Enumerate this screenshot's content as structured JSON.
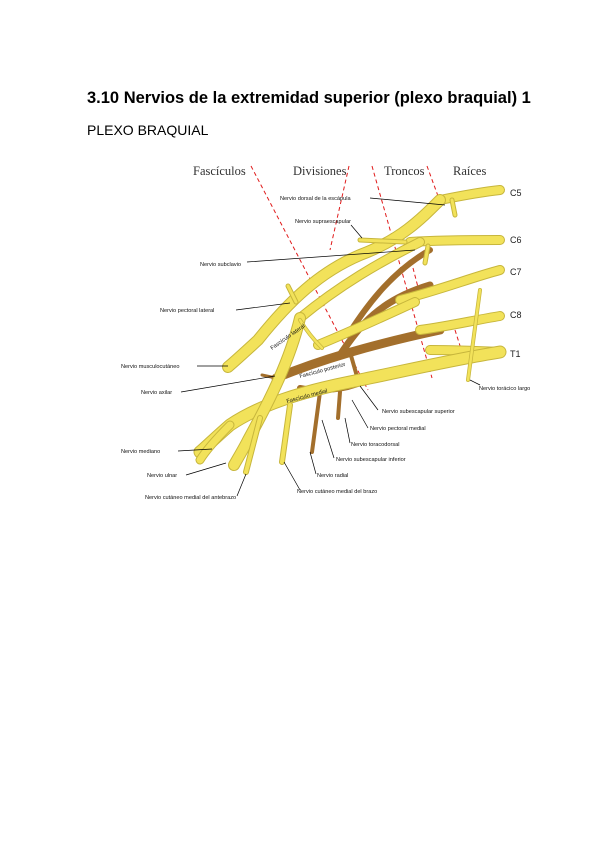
{
  "page": {
    "title": "3.10 Nervios de la extremidad superior (plexo braquial) 1",
    "subtitle": "PLEXO BRAQUIAL"
  },
  "figure": {
    "column_headers": [
      "Fascículos",
      "Divisiones",
      "Troncos",
      "Raíces"
    ],
    "roots": [
      "C5",
      "C6",
      "C7",
      "C8",
      "T1"
    ],
    "labels": {
      "dorsal_escapula": "Nervio dorsal de la escápula",
      "supraescapular": "Nervio supraescapular",
      "subclavio": "Nervio subclavio",
      "pectoral_lateral": "Nervio pectoral lateral",
      "musculocutaneo": "Nervio musculocutáneo",
      "axilar": "Nervio axilar",
      "mediano": "Nervio mediano",
      "ulnar": "Nervio ulnar",
      "cutaneo_medial_antebrazo": "Nervio cutáneo medial del antebrazo",
      "toracico_largo": "Nervio torácico largo",
      "subescapular_superior": "Nervio subescapular superior",
      "pectoral_medial": "Nervio pectoral medial",
      "toracodorsal": "Nervio toracodorsal",
      "subescapular_inferior": "Nervio subescapular inferior",
      "radial": "Nervio radial",
      "cutaneo_medial_brazo": "Nervio cutáneo medial del brazo"
    },
    "cord_labels": [
      "Fascículo lateral",
      "Fascículo posterior",
      "Fascículo medial"
    ],
    "colors": {
      "nerve_yellow": "#f2e25a",
      "nerve_brown": "#a36f2c",
      "division_lines": "#e01b1b"
    }
  }
}
